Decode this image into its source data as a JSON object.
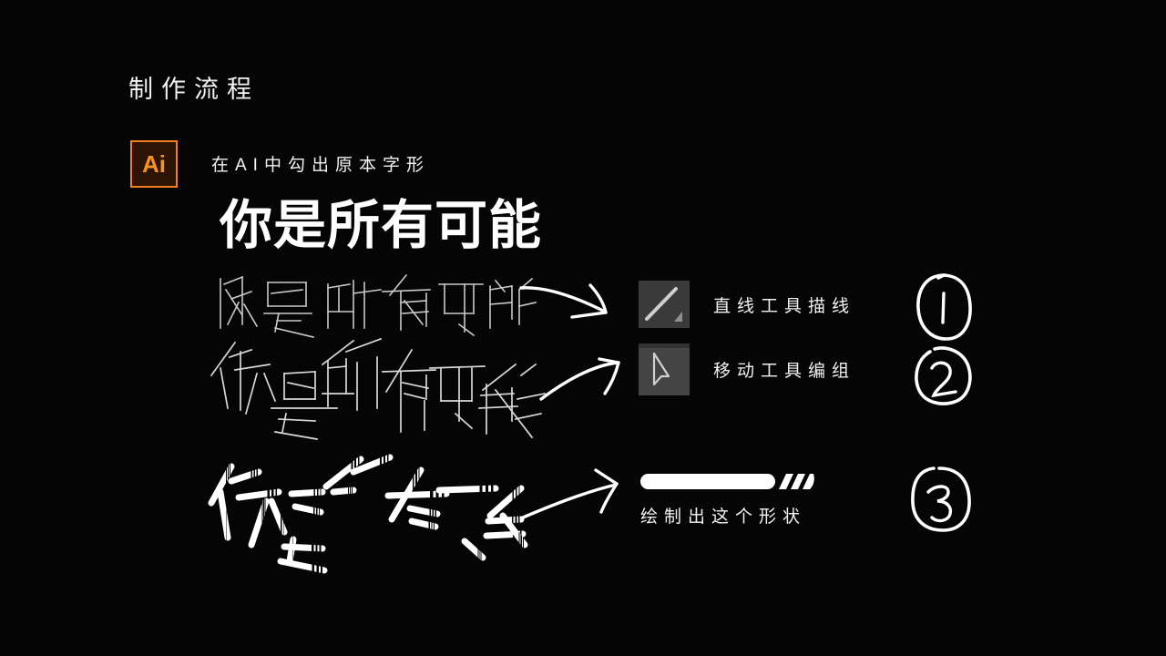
{
  "page": {
    "background_color": "#050505",
    "text_color": "#f2f2f2",
    "accent_color": "#f7921e"
  },
  "section": {
    "title": "制作流程"
  },
  "step_header": {
    "badge_label": "Ai",
    "badge_border_color": "#f08024",
    "badge_fill_color": "#2e1405",
    "caption": "在AI中勾出原本字形"
  },
  "headline": {
    "text": "你是所有可能"
  },
  "glyph_stages": [
    {
      "name": "outline-skeleton",
      "text": "你是所有可能"
    },
    {
      "name": "scattered-strokes",
      "text": "你是所有可能"
    },
    {
      "name": "striped-bar-strokes",
      "text": "你是所有可能"
    }
  ],
  "steps": [
    {
      "icon": "line-tool-icon",
      "label": "直线工具描线",
      "number": "1"
    },
    {
      "icon": "move-tool-icon",
      "label": "移动工具编组",
      "number": "2"
    },
    {
      "icon": "striped-bar-shape",
      "label": "绘制出这个形状",
      "number": "3"
    }
  ]
}
